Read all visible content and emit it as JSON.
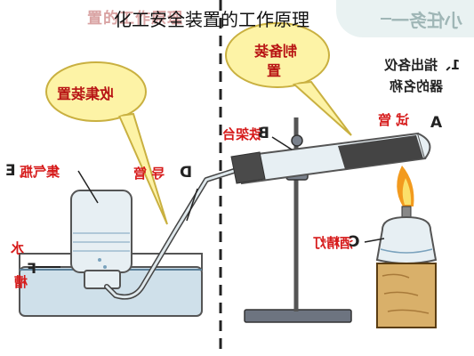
{
  "title": "化工安全装置的工作原理",
  "faint_title": "置的工作原理",
  "task_banner": "小任务一",
  "question": {
    "line1": "1、指出各仪",
    "line2": "器的名称"
  },
  "bubbles": {
    "collect": "收集装置",
    "make_line1": "制备装",
    "make_line2": "置"
  },
  "labels": {
    "A": "A",
    "test_tube": "试 管",
    "B": "B",
    "iron_stand": "铁架台",
    "C": "C",
    "alcohol_lamp": "酒精灯",
    "D": "D",
    "delivery_tube": "导 管",
    "E": "E",
    "gas_bottle": "集气瓶",
    "F": "F",
    "water_trough_1": "水",
    "water_trough_2": "槽"
  },
  "colors": {
    "bubble_fill": "#fdf3a6",
    "bubble_stroke": "#c9b040",
    "water": "#cfe0ea",
    "glass": "#e7eff3",
    "flame": "#f29a1e",
    "wood": "#d9b06a",
    "label_red": "#d61a1a"
  }
}
